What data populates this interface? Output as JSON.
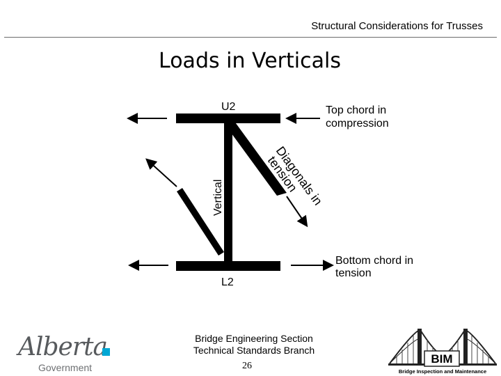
{
  "header": {
    "title": "Structural Considerations for Trusses"
  },
  "slide": {
    "title": "Loads in Verticals"
  },
  "diagram": {
    "label_u2": "U2",
    "label_l2": "L2",
    "label_top_chord_1": "Top chord in",
    "label_top_chord_2": "compression",
    "label_bottom_chord_1": "Bottom chord in",
    "label_bottom_chord_2": "tension",
    "label_vertical": "Vertical",
    "label_diagonal_1": "Diagonals in",
    "label_diagonal_2": "tension"
  },
  "footer": {
    "line1": "Bridge Engineering Section",
    "line2": "Technical Standards Branch",
    "page_number": "26",
    "alberta_logo_word": "Alberta",
    "alberta_logo_sub": "Government",
    "bim_logo_text": "BIM",
    "bim_logo_caption": "Bridge Inspection and Maintenance"
  },
  "colors": {
    "alberta_blue": "#00a7d4",
    "logo_gray": "#575a5d"
  }
}
